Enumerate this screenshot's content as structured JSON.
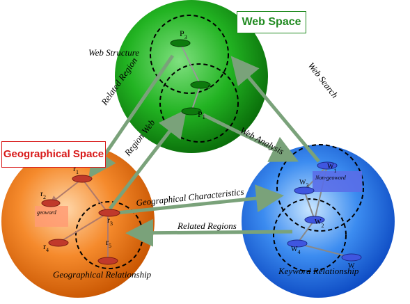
{
  "spaces": {
    "web": "Web Space",
    "geo": "Geographical Space"
  },
  "labels": {
    "web_structure": "Web Structure",
    "related_region": "Related Region",
    "region_web": "Region Web",
    "web_search": "Web Search",
    "web_analysis": "Web Analysis",
    "geo_characteristics": "Geographical Characteristics",
    "related_regions": "Related Regions",
    "geo_relationship": "Geographical Relationship",
    "keyword_relationship": "Keyword Relationship",
    "geoword": "geoword",
    "non_geoword": "Non-geoword"
  },
  "nodes": {
    "p3": {
      "main": "P",
      "sub": "3"
    },
    "p1a": {
      "main": "",
      "sub": "1"
    },
    "p1b": {
      "main": "P",
      "sub": "1"
    },
    "r1": {
      "main": "r",
      "sub": "1"
    },
    "r2": {
      "main": "r",
      "sub": "2"
    },
    "r3": {
      "main": "r",
      "sub": "3"
    },
    "r4": {
      "main": "r",
      "sub": "4"
    },
    "r5": {
      "main": "r",
      "sub": "5"
    },
    "w1": {
      "main": "W",
      "sub": "1"
    },
    "w2": {
      "main": "W",
      "sub": "2"
    },
    "w3": {
      "main": "W",
      "sub": "3"
    },
    "w4": {
      "main": "W",
      "sub": "4"
    },
    "w5": {
      "main": "W",
      "sub": ""
    }
  },
  "colors": {
    "web_sphere": "#1fa51f",
    "geo_sphere": "#f07a1a",
    "keyword_sphere": "#2a74e8",
    "arrow": "#6f9a6f"
  }
}
